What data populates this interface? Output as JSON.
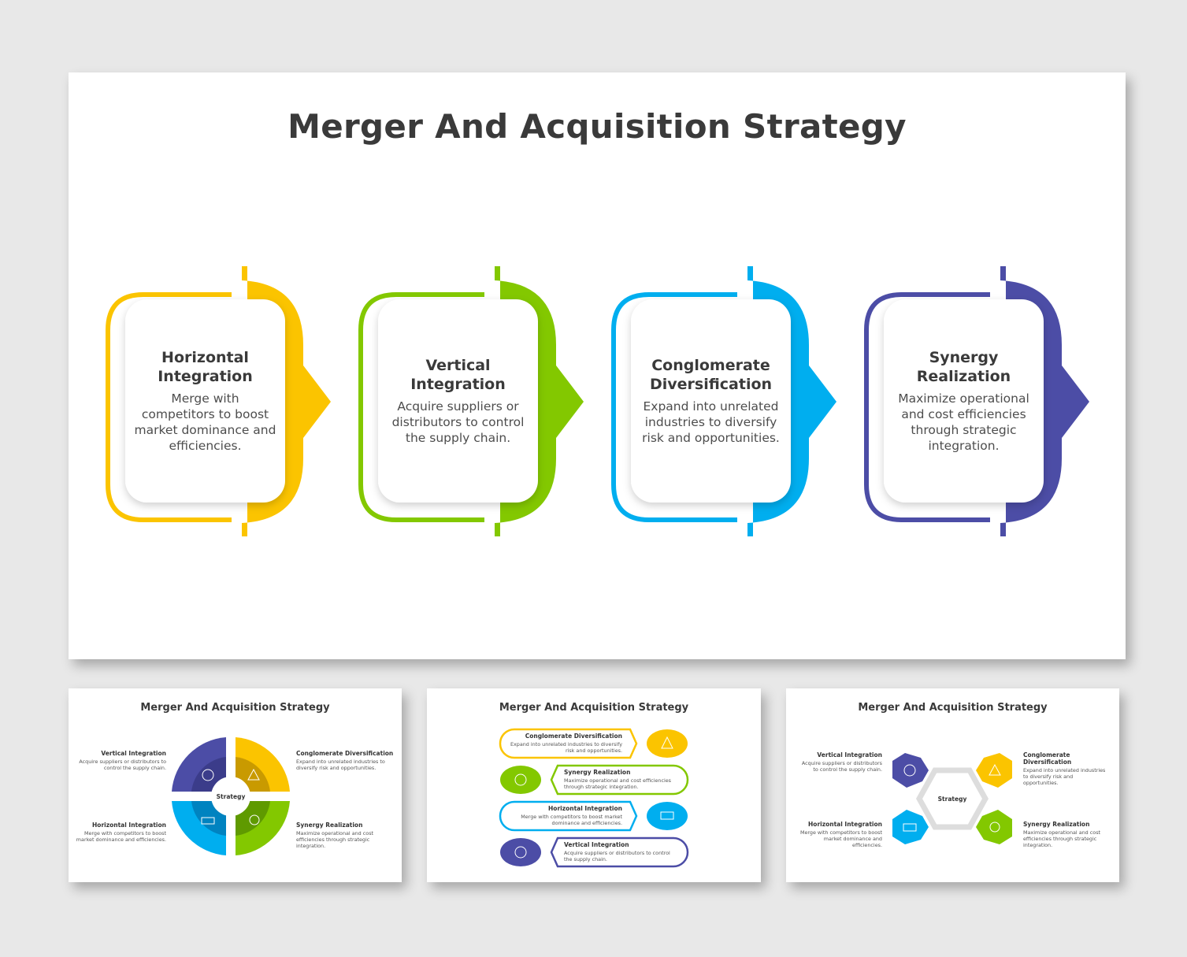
{
  "title": "Merger And Acquisition Strategy",
  "colors": {
    "yellow": "#fbc400",
    "green": "#83c800",
    "blue": "#00aeef",
    "purple": "#4c4da6",
    "text_dark": "#3a3a3a",
    "text_body": "#4d4d4d"
  },
  "steps": [
    {
      "title": "Horizontal Integration",
      "text": "Merge with competitors to boost market dominance and efficiencies.",
      "color": "#fbc400"
    },
    {
      "title": "Vertical Integration",
      "text": "Acquire suppliers or distributors to control the supply chain.",
      "color": "#83c800"
    },
    {
      "title": "Conglomerate Diversification",
      "text": "Expand into unrelated industries to diversify risk and opportunities.",
      "color": "#00aeef"
    },
    {
      "title": "Synergy Realization",
      "text": "Maximize operational and cost efficiencies through strategic integration.",
      "color": "#4c4da6"
    }
  ],
  "thumbnails": [
    {
      "title": "Merger And Acquisition Strategy",
      "center": "Strategy",
      "items": [
        {
          "title": "Vertical Integration",
          "text": "Acquire suppliers or distributors to control the supply chain."
        },
        {
          "title": "Conglomerate Diversification",
          "text": "Expand into unrelated industries to diversify risk and opportunities."
        },
        {
          "title": "Horizontal Integration",
          "text": "Merge with competitors to boost market dominance and efficiencies."
        },
        {
          "title": "Synergy Realization",
          "text": "Maximize operational and cost efficiencies through strategic integration."
        }
      ]
    },
    {
      "title": "Merger And Acquisition Strategy",
      "items": [
        {
          "title": "Conglomerate Diversification",
          "text": "Expand into unrelated industries to diversify risk and opportunities."
        },
        {
          "title": "Synergy Realization",
          "text": "Maximize operational and cost efficiencies through strategic integration."
        },
        {
          "title": "Horizontal Integration",
          "text": "Merge with competitors to boost market dominance and efficiencies."
        },
        {
          "title": "Vertical Integration",
          "text": "Acquire suppliers or distributors to control the supply chain."
        }
      ]
    },
    {
      "title": "Merger And Acquisition Strategy",
      "center": "Strategy",
      "items": [
        {
          "title": "Vertical Integration",
          "text": "Acquire suppliers or distributors to control the supply chain."
        },
        {
          "title": "Conglomerate Diversification",
          "text": "Expand into unrelated industries to diversify risk and opportunities."
        },
        {
          "title": "Horizontal Integration",
          "text": "Merge with competitors to boost market dominance and efficiencies."
        },
        {
          "title": "Synergy Realization",
          "text": "Maximize operational and cost efficiencies through strategic integration."
        }
      ]
    }
  ]
}
